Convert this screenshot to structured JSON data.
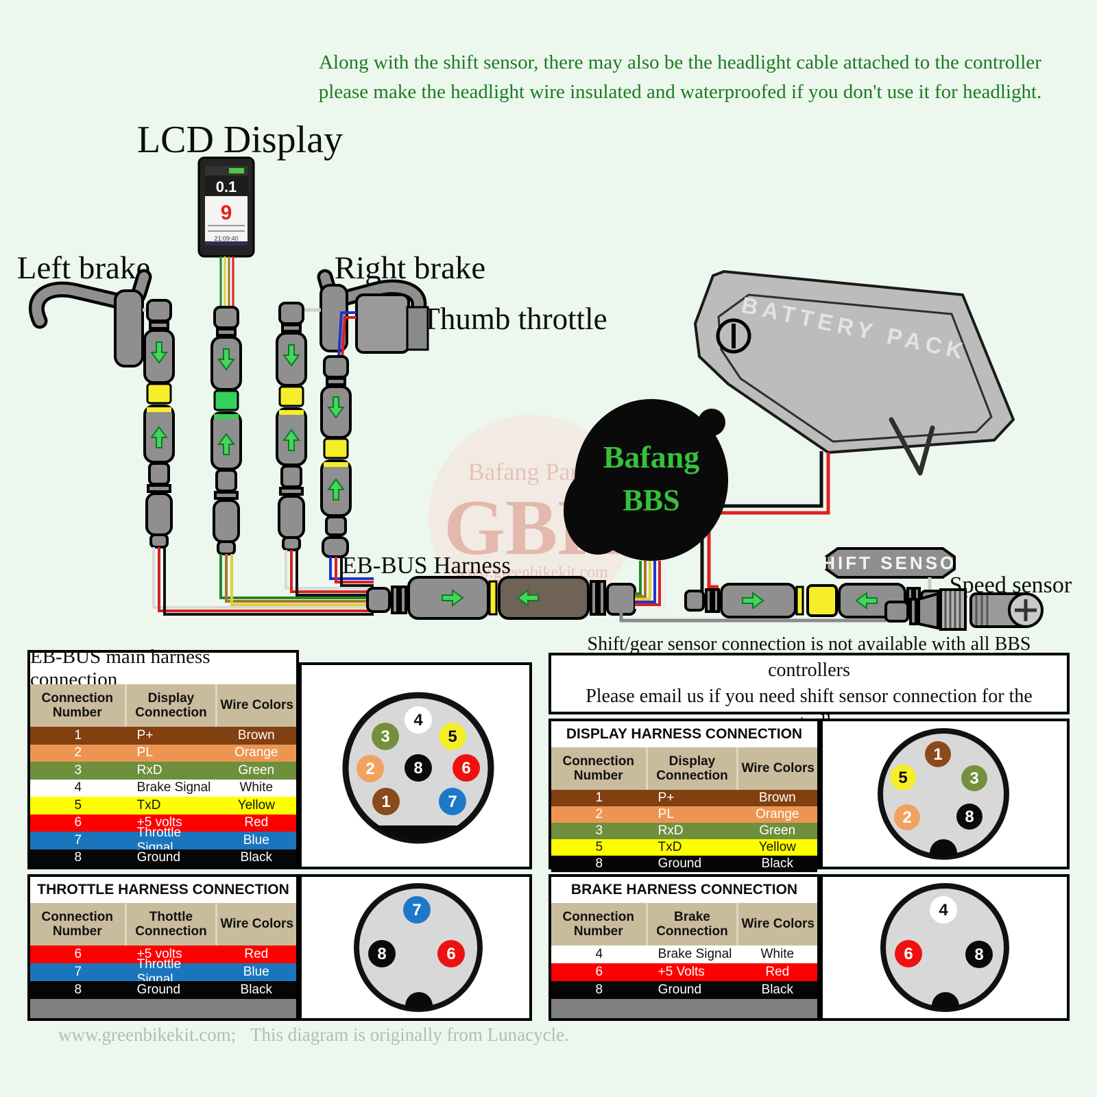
{
  "page": {
    "note_line1": "Along with the shift sensor, there may also be the headlight cable attached to the controller",
    "note_line2": "please make the headlight wire insulated and waterproofed if you don't use it for headlight.",
    "footer_left": "www.greenbikekit.com;",
    "footer_right": "This diagram is originally from Lunacycle."
  },
  "diagram": {
    "lcd_label": "LCD Display",
    "left_brake_label": "Left brake",
    "right_brake_label": "Right brake",
    "thumb_throttle_label": "Thumb throttle",
    "ebbus_harness_label": "EB-BUS Harness",
    "battery_label": "BATTERY PACK",
    "bafang_line1": "Bafang",
    "bafang_line2": "BBS",
    "shift_sensor_label": "SHIFT SENSOR",
    "speed_sensor_label": "Speed sensor",
    "lcd_screen": {
      "speed": "0.1",
      "assist": "9",
      "time": "21:09:40"
    },
    "watermark": {
      "line1": "Bafang Parts",
      "line2": "GBK",
      "line3": "www.greenbikekit.com"
    }
  },
  "shift_note": {
    "line1": "Shift/gear sensor connection is not available with all BBS controllers",
    "line2": "Please email us if you need shift sensor connection for the controller"
  },
  "tables": {
    "ebbus": {
      "title": "EB-BUS main harness connection",
      "headers": [
        "Connection Number",
        "Display Connection",
        "Wire Colors"
      ],
      "rows": [
        {
          "num": "1",
          "name": "P+",
          "color": "Brown"
        },
        {
          "num": "2",
          "name": "PL",
          "color": "Orange"
        },
        {
          "num": "3",
          "name": "RxD",
          "color": "Green"
        },
        {
          "num": "4",
          "name": "Brake Signal",
          "color": "White"
        },
        {
          "num": "5",
          "name": "TxD",
          "color": "Yellow"
        },
        {
          "num": "6",
          "name": "+5 volts",
          "color": "Red"
        },
        {
          "num": "7",
          "name": "Throttle Signal",
          "color": "Blue"
        },
        {
          "num": "8",
          "name": "Ground",
          "color": "Black"
        }
      ]
    },
    "display": {
      "title": "DISPLAY HARNESS CONNECTION",
      "headers": [
        "Connection Number",
        "Display Connection",
        "Wire Colors"
      ],
      "rows": [
        {
          "num": "1",
          "name": "P+",
          "color": "Brown"
        },
        {
          "num": "2",
          "name": "PL",
          "color": "Orange"
        },
        {
          "num": "3",
          "name": "RxD",
          "color": "Green"
        },
        {
          "num": "5",
          "name": "TxD",
          "color": "Yellow"
        },
        {
          "num": "8",
          "name": "Ground",
          "color": "Black"
        }
      ]
    },
    "throttle": {
      "title": "THROTTLE HARNESS CONNECTION",
      "headers": [
        "Connection Number",
        "Thottle Connection",
        "Wire Colors"
      ],
      "rows": [
        {
          "num": "6",
          "name": "+5 volts",
          "color": "Red"
        },
        {
          "num": "7",
          "name": "Throttle Signal",
          "color": "Blue"
        },
        {
          "num": "8",
          "name": "Ground",
          "color": "Black"
        }
      ]
    },
    "brake": {
      "title": "BRAKE HARNESS CONNECTION",
      "headers": [
        "Connection Number",
        "Brake Connection",
        "Wire Colors"
      ],
      "rows": [
        {
          "num": "4",
          "name": "Brake Signal",
          "color": "White"
        },
        {
          "num": "6",
          "name": "+5 Volts",
          "color": "Red"
        },
        {
          "num": "8",
          "name": "Ground",
          "color": "Black"
        }
      ]
    }
  },
  "connectors": {
    "ebbus": {
      "pins": [
        {
          "n": "4",
          "color": "white"
        },
        {
          "n": "3",
          "color": "green"
        },
        {
          "n": "5",
          "color": "yellow"
        },
        {
          "n": "2",
          "color": "orange"
        },
        {
          "n": "8",
          "color": "black"
        },
        {
          "n": "6",
          "color": "red"
        },
        {
          "n": "1",
          "color": "brown"
        },
        {
          "n": "7",
          "color": "blue"
        }
      ]
    },
    "display": {
      "pins": [
        {
          "n": "1",
          "color": "brown"
        },
        {
          "n": "5",
          "color": "yellow"
        },
        {
          "n": "3",
          "color": "green"
        },
        {
          "n": "2",
          "color": "orange"
        },
        {
          "n": "8",
          "color": "black"
        }
      ]
    },
    "throttle": {
      "pins": [
        {
          "n": "7",
          "color": "blue"
        },
        {
          "n": "8",
          "color": "black"
        },
        {
          "n": "6",
          "color": "red"
        }
      ]
    },
    "brake": {
      "pins": [
        {
          "n": "4",
          "color": "white"
        },
        {
          "n": "6",
          "color": "red"
        },
        {
          "n": "8",
          "color": "black"
        }
      ]
    }
  },
  "wire_colors": {
    "brown": "#8a4a1b",
    "orange": "#f0a35e",
    "green": "#74903c",
    "white": "#ffffff",
    "yellow": "#f6ee2b",
    "red": "#ee1111",
    "blue": "#1e78c8",
    "black": "#0a0a0a"
  }
}
